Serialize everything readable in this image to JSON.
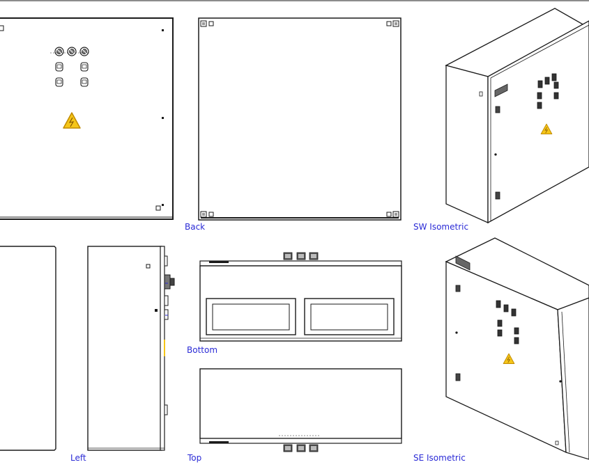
{
  "views": {
    "back": "Back",
    "sw_isometric": "SW Isometric",
    "left": "Left",
    "bottom": "Bottom",
    "top": "Top",
    "se_isometric": "SE Isometric"
  },
  "colors": {
    "line": "#1a1a1a",
    "label": "#2a2ad6",
    "warning_fill": "#f5c518",
    "warning_stroke": "#c08a00"
  },
  "icons": [
    "warning-triangle-icon",
    "push-button-icon",
    "selector-switch-icon",
    "corner-mount-icon"
  ]
}
